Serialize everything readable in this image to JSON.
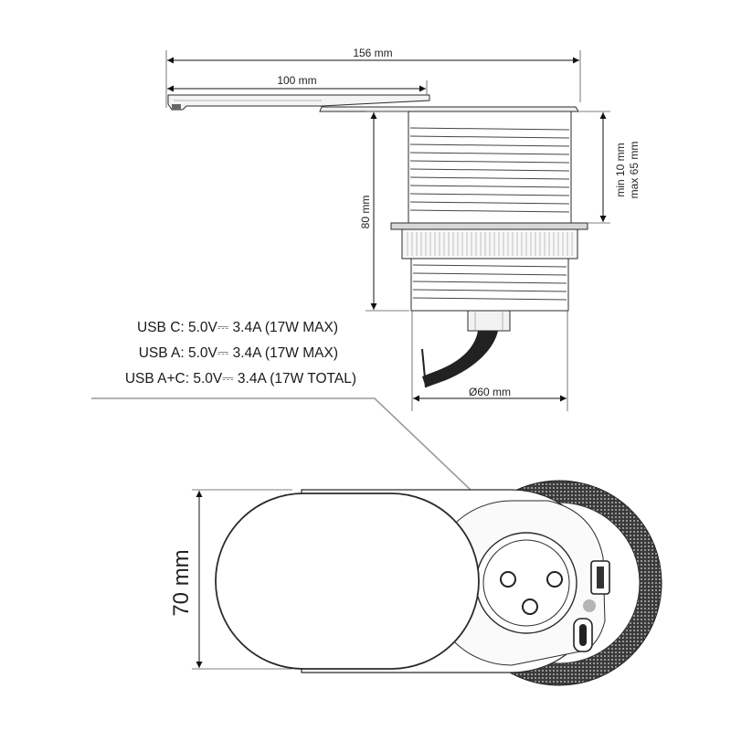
{
  "dimensions": {
    "overall_length": "156 mm",
    "lid_length": "100 mm",
    "body_height": "80 mm",
    "clamp_range_min": "min 10 mm",
    "clamp_range_max": "max 65 mm",
    "diameter": "Ø60 mm",
    "width": "70 mm"
  },
  "specs": {
    "usb_c": "USB C: 5.0V⎓ 3.4A (17W MAX)",
    "usb_a": "USB A: 5.0V⎓ 3.4A (17W MAX)",
    "usb_ac": "USB A+C: 5.0V⎓ 3.4A (17W TOTAL)"
  },
  "colors": {
    "line": "#2b2b2b",
    "fill_light": "#f5f5f5",
    "knurl": "#3a3a3a",
    "leader": "#9a9a9a"
  },
  "icons": [
    "socket-icon",
    "usb-a-port-icon",
    "usb-c-port-icon",
    "cable-icon"
  ]
}
